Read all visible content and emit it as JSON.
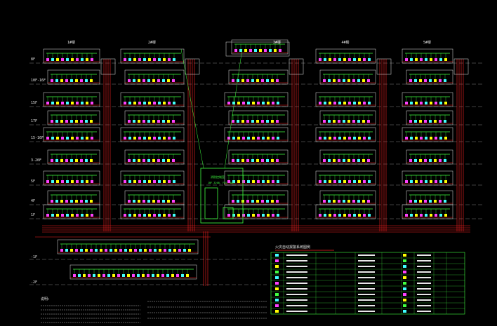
{
  "colors": {
    "background": "#000000",
    "riser": "#ff2020",
    "green": "#40ff40",
    "yellow": "#ffff00",
    "magenta": "#ff40ff",
    "cyan": "#40ffff",
    "white": "#e8e8e8",
    "gray": "#808080"
  },
  "building_labels": [
    "1#楼",
    "2#楼",
    "3#楼",
    "4#楼",
    "5#楼"
  ],
  "floor_labels": [
    "8F",
    "10F-16F",
    "15F",
    "17F",
    "15-16F",
    "3-20F",
    "5F",
    "4F",
    "1F"
  ],
  "basement_labels": [
    "-1F",
    "-2F"
  ],
  "control_room": {
    "title": "消防控制室",
    "subtitle": "JBF-3208, FAS, BAS"
  },
  "legend": {
    "title": "火灾自动报警系统图例"
  },
  "notes": {
    "title": "说明:"
  },
  "icons": [
    "smoke-detector-icon",
    "heat-detector-icon",
    "manual-alarm-icon",
    "hydrant-button-icon",
    "speaker-icon",
    "module-icon"
  ]
}
